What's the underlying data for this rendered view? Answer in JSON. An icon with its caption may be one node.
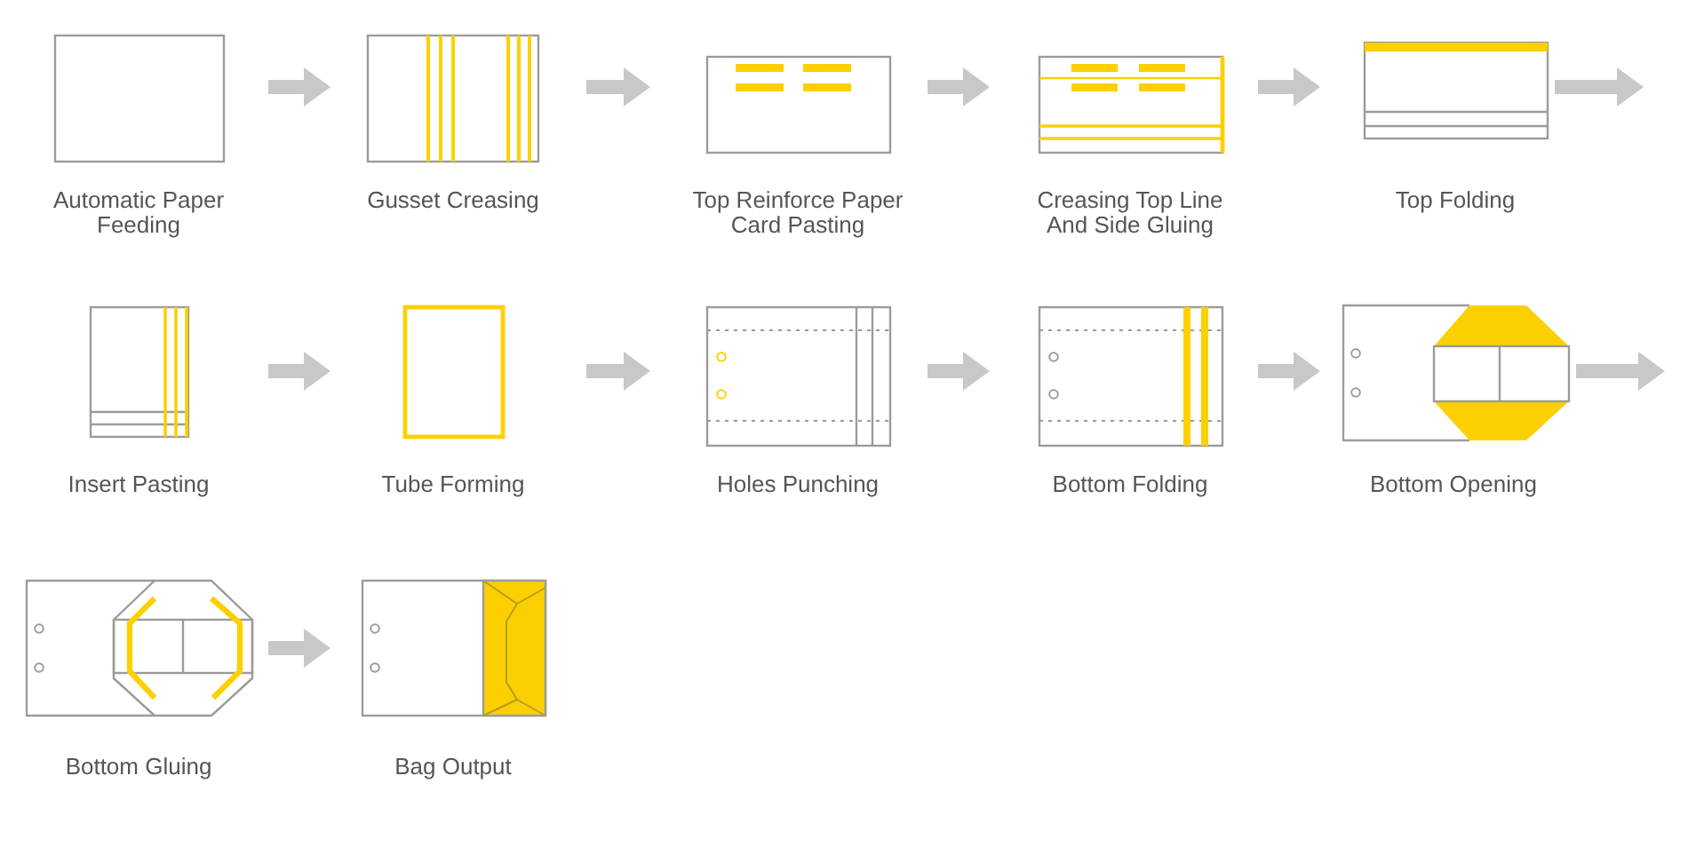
{
  "diagram": {
    "nodes": [
      {
        "text": [
          "Automatic Paper Feeding"
        ]
      },
      {
        "text": [
          "Gusset Creasing"
        ]
      },
      {
        "text": [
          "Top Reinforce Paper Card Pasting"
        ]
      },
      {
        "text": [
          "Creasing Top Line And Side Gluing"
        ]
      },
      {
        "text": [
          "Top Folding"
        ]
      },
      {
        "text": [
          "Insert Pasting"
        ]
      },
      {
        "text": [
          "Tube Forming"
        ]
      },
      {
        "text": [
          "Holes Punching"
        ]
      },
      {
        "text": [
          "Bottom Folding"
        ]
      },
      {
        "text": [
          "Bottom Opening"
        ]
      },
      {
        "text": [
          "Bottom Gluing"
        ]
      },
      {
        "text": [
          "Bag Output"
        ]
      }
    ],
    "edges": [
      {
        "from": 0,
        "to": 1,
        "arrow": "to"
      },
      {
        "from": 1,
        "to": 2,
        "arrow": "to"
      },
      {
        "from": 2,
        "to": 3,
        "arrow": "to"
      },
      {
        "from": 3,
        "to": 4,
        "arrow": "to"
      },
      {
        "from": 4,
        "to": null,
        "arrow": "to"
      },
      {
        "from": 5,
        "to": 6,
        "arrow": "to"
      },
      {
        "from": 6,
        "to": 7,
        "arrow": "to"
      },
      {
        "from": 7,
        "to": 8,
        "arrow": "to"
      },
      {
        "from": 8,
        "to": 9,
        "arrow": "to"
      },
      {
        "from": 9,
        "to": null,
        "arrow": "to"
      },
      {
        "from": 10,
        "to": 11,
        "arrow": "to"
      }
    ]
  }
}
